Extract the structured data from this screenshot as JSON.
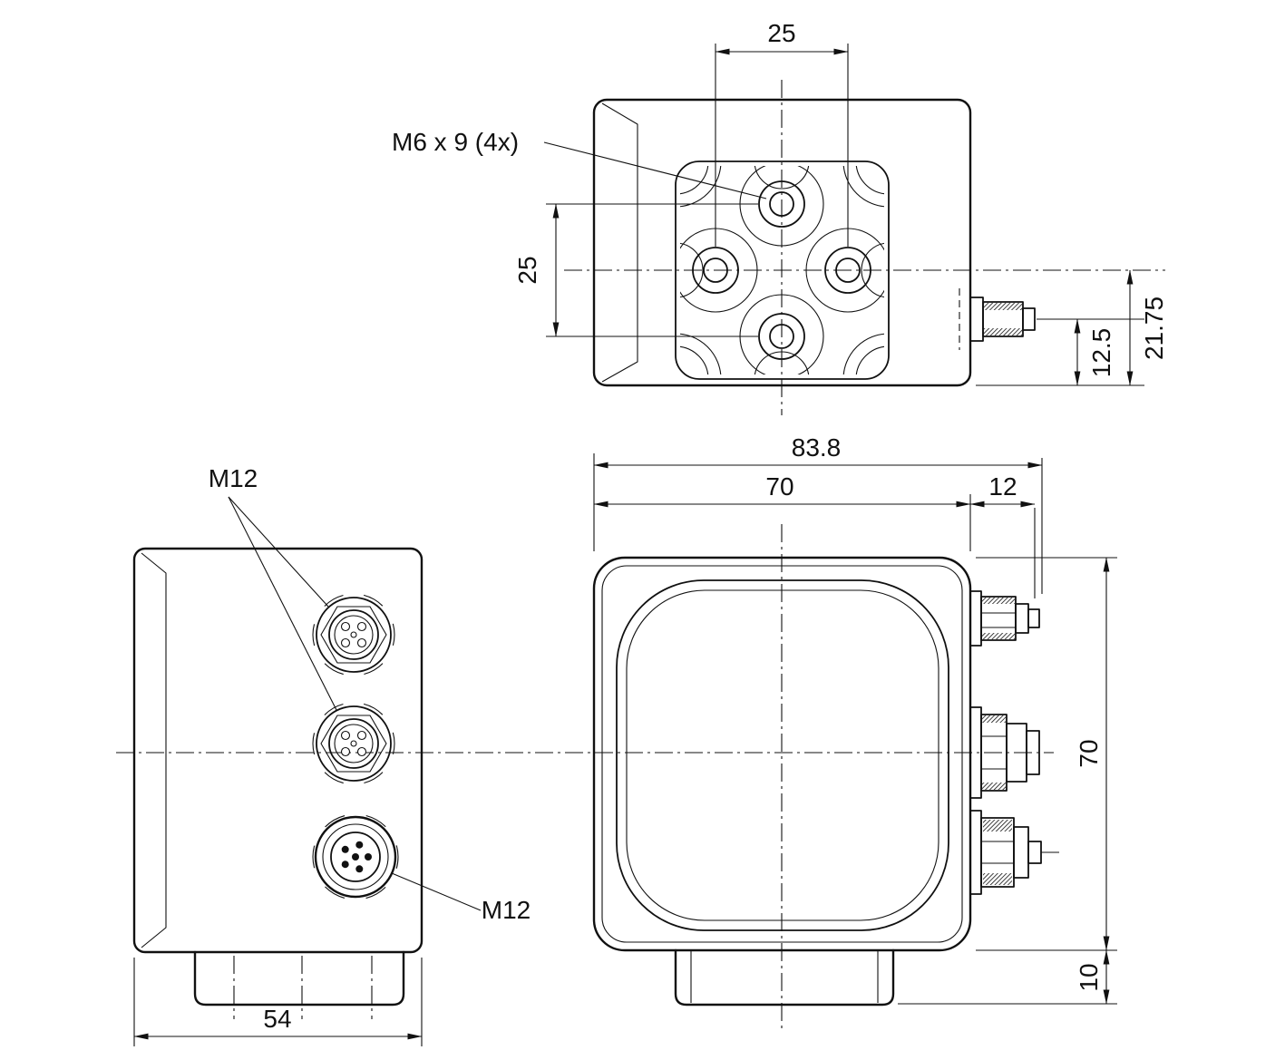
{
  "drawing": {
    "top_view": {
      "thread_label": "M6 x 9 (4x)",
      "hole_spacing_horizontal": "25",
      "hole_spacing_vertical": "25",
      "connector_axis_offset": "12.5",
      "connector_axis_from_center": "21.75"
    },
    "side_view": {
      "upper_connectors_label": "M12",
      "lower_connector_label": "M12",
      "depth": "54"
    },
    "front_view": {
      "overall_width": "83.8",
      "housing_width": "70",
      "connector_protrusion": "12",
      "housing_height": "70",
      "mounting_foot_height": "10"
    }
  }
}
